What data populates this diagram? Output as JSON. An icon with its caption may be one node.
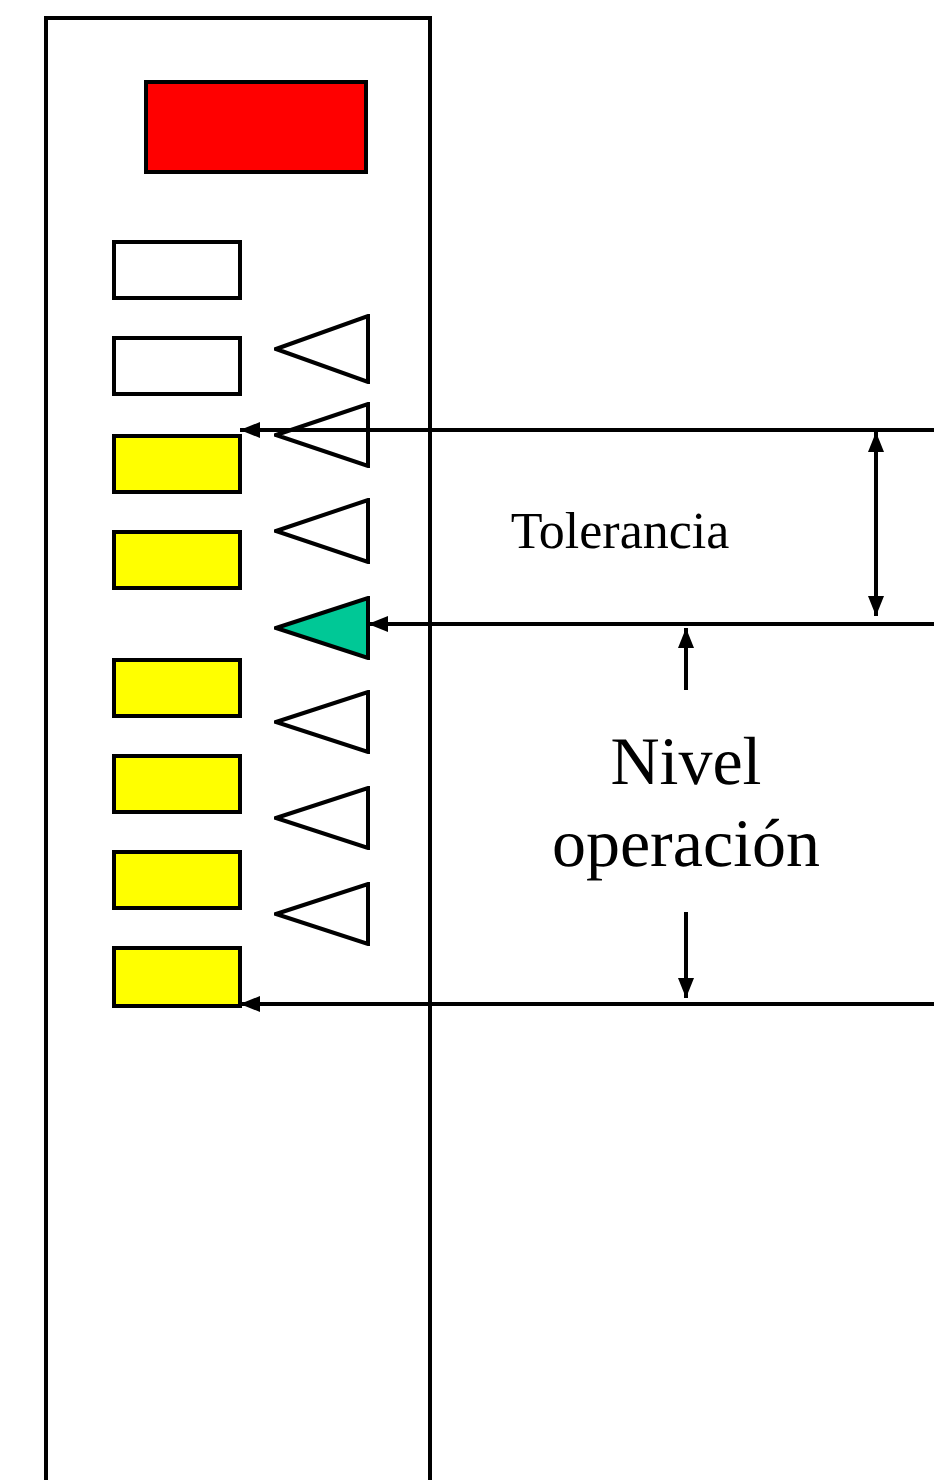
{
  "diagram": {
    "nodes": [
      {
        "text": [],
        "shape": "box"
      },
      {
        "text": [],
        "shape": "box",
        "in": 0
      },
      {
        "text": [],
        "shape": "box",
        "in": 0
      },
      {
        "text": [],
        "shape": "box",
        "in": 0
      },
      {
        "text": [],
        "shape": "triangle",
        "in": 0
      },
      {
        "text": [],
        "shape": "box",
        "in": 0
      },
      {
        "text": [],
        "shape": "triangle",
        "in": 0
      },
      {
        "text": [],
        "shape": "box",
        "in": 0
      },
      {
        "text": [],
        "shape": "triangle",
        "in": 0
      },
      {
        "text": [],
        "shape": "triangle",
        "in": 0
      },
      {
        "text": [],
        "shape": "box",
        "in": 0
      },
      {
        "text": [],
        "shape": "triangle",
        "in": 0
      },
      {
        "text": [],
        "shape": "box",
        "in": 0
      },
      {
        "text": [],
        "shape": "triangle",
        "in": 0
      },
      {
        "text": [],
        "shape": "box",
        "in": 0
      },
      {
        "text": [],
        "shape": "triangle",
        "in": 0
      },
      {
        "text": [],
        "shape": "box",
        "in": 0
      }
    ],
    "edges": [
      {
        "from": null,
        "to": 5,
        "arrow": "to"
      },
      {
        "from": null,
        "to": 9,
        "arrow": "to"
      },
      {
        "from": null,
        "to": 16,
        "arrow": "to"
      }
    ],
    "labels": [
      "Tolerancia",
      "Nivel operación"
    ]
  }
}
